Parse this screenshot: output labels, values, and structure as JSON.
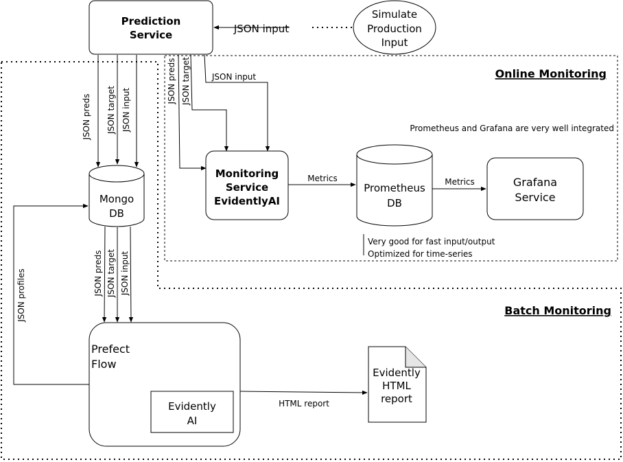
{
  "prediction_service": {
    "line1": "Prediction",
    "line2": "Service"
  },
  "simulate": {
    "line1": "Simulate",
    "line2": "Production",
    "line3": "Input"
  },
  "edge_labels": {
    "json_input_top": "JSON input",
    "json_input_online": "JSON input",
    "json_preds": "JSON preds",
    "json_target": "JSON target",
    "json_input": "JSON input",
    "json_profiles": "JSON profiles",
    "metrics_1": "Metrics",
    "metrics_2": "Metrics",
    "html_report": "HTML report"
  },
  "online_monitoring": {
    "title": "Online Monitoring",
    "note": "Prometheus and Grafana are very well integrated"
  },
  "batch_monitoring": {
    "title": "Batch Monitoring"
  },
  "mongo_db": {
    "line1": "Mongo",
    "line2": "DB"
  },
  "monitoring_service": {
    "line1": "Monitoring",
    "line2": "Service",
    "line3": "EvidentlyAI"
  },
  "prometheus_db": {
    "line1": "Prometheus",
    "line2": "DB",
    "note1": "Very good for fast input/output",
    "note2": "Optimized for time-series"
  },
  "grafana": {
    "line1": "Grafana",
    "line2": "Service"
  },
  "prefect_flow": {
    "line1": "Prefect",
    "line2": "Flow"
  },
  "evidently_ai": {
    "line1": "Evidently",
    "line2": "AI"
  },
  "html_report_doc": {
    "line1": "Evidently",
    "line2": "HTML",
    "line3": "report"
  }
}
